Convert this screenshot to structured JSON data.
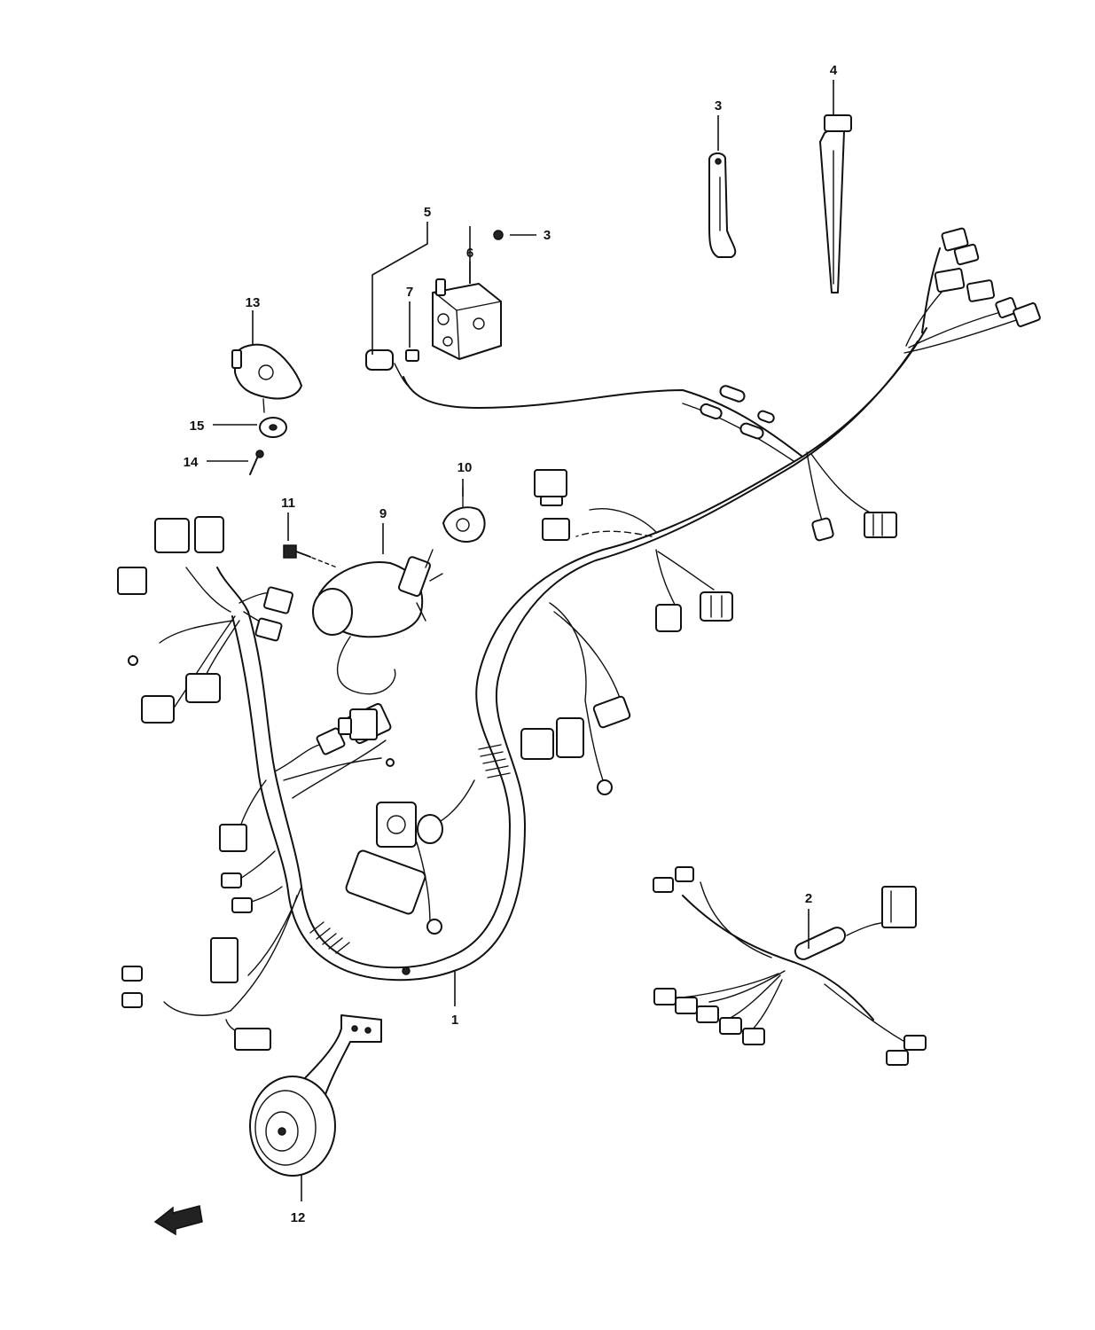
{
  "diagram": {
    "callouts": [
      {
        "id": "callout-1",
        "text": "1"
      },
      {
        "id": "callout-2",
        "text": "2"
      },
      {
        "id": "callout-3a",
        "text": "3"
      },
      {
        "id": "callout-3b",
        "text": "3"
      },
      {
        "id": "callout-4",
        "text": "4"
      },
      {
        "id": "callout-5",
        "text": "5"
      },
      {
        "id": "callout-6",
        "text": "6"
      },
      {
        "id": "callout-7",
        "text": "7"
      },
      {
        "id": "callout-9",
        "text": "9"
      },
      {
        "id": "callout-10",
        "text": "10"
      },
      {
        "id": "callout-11",
        "text": "11"
      },
      {
        "id": "callout-12",
        "text": "12"
      },
      {
        "id": "callout-13",
        "text": "13"
      },
      {
        "id": "callout-14",
        "text": "14"
      },
      {
        "id": "callout-15",
        "text": "15"
      }
    ],
    "colors": {
      "line": "#111111",
      "background": "#ffffff"
    }
  }
}
